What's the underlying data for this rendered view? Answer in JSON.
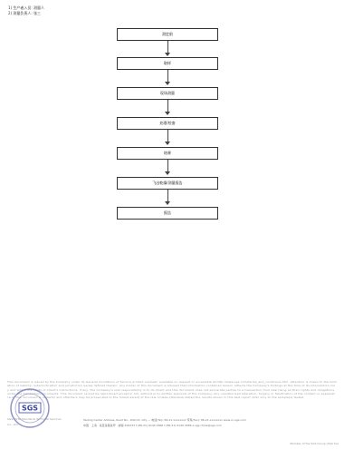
{
  "header": {
    "line1": "1) 生产者入员: 测量人",
    "line2": "2) 测量负责人: 张三"
  },
  "flow": {
    "steps": [
      "测定前",
      "取样",
      "现场测量",
      "处理/检查",
      "结果",
      "飞出乾燥/测量报告",
      "报告"
    ]
  },
  "fineprint": {
    "text": "This document is issued by the Company under its General Conditions of Service printed overleaf, available on request or accessible at http://www.sgs.com/terms_and_conditions.htm. Attention is drawn to the limitation of liability, indemnification and jurisdiction issues defined therein. Any holder of this document is advised that information contained hereon reflects the Company's findings at the time of its intervention only and within the limits of Client's instructions, if any. The Company's sole responsibility is to its Client and this document does not exonerate parties to a transaction from exercising all their rights and obligations under the transaction documents. This document cannot be reproduced except in full, without prior written approval of the Company. Any unauthorized alteration, forgery or falsification of the content or appearance of this document is unlawful and offenders may be prosecuted to the fullest extent of the law. Unless otherwise stated the results shown in this test report refer only to the sample(s) tested."
  },
  "footer": {
    "line1": "Testing Center Address, Road No., District, City — 电话(Tel): 86-21-xxxxxxxx   传真(Fax): 86-21-xxxxxxxx   www.cn.sgs.com",
    "line2": "中国 · 上海 · 某区某路某号 · 邮编 200233   t (86-21) 6140 2666   f (86-21) 6140 2666   e sgs.china@sgs.com",
    "note": "Member of the SGS Group (SGS SA)"
  },
  "left_note": {
    "line1": "SGS-CSTC Standards Technical Services",
    "line2": "Co., Ltd."
  },
  "stamp": {
    "text": "SGS"
  }
}
